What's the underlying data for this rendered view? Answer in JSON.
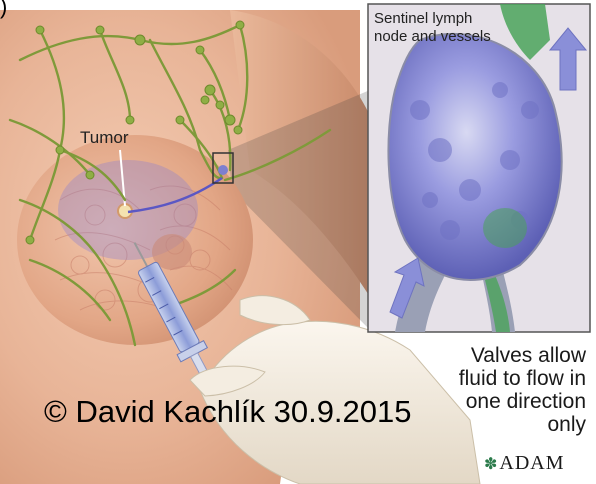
{
  "figure": {
    "inset_caption_line1": "Sentinel lymph",
    "inset_caption_line2": "node and vessels",
    "tumor_label": "Tumor",
    "valves_line1": "Valves allow",
    "valves_line2": "fluid to flow in",
    "valves_line3": "one direction",
    "valves_line4": "only",
    "copyright": "© David Kachlík 30.9.2015",
    "logo_text": "ADAM",
    "corner_mark": ")"
  },
  "colors": {
    "skin": "#e9b99a",
    "background": "#f2d6c6",
    "lymph_vessel": "#7f9a3a",
    "node_purple": "#7d7fcf",
    "inset_panel": "#e6e1e8",
    "highlight_green": "#4aa35a",
    "arrow_blue": "#8a8fd8"
  }
}
